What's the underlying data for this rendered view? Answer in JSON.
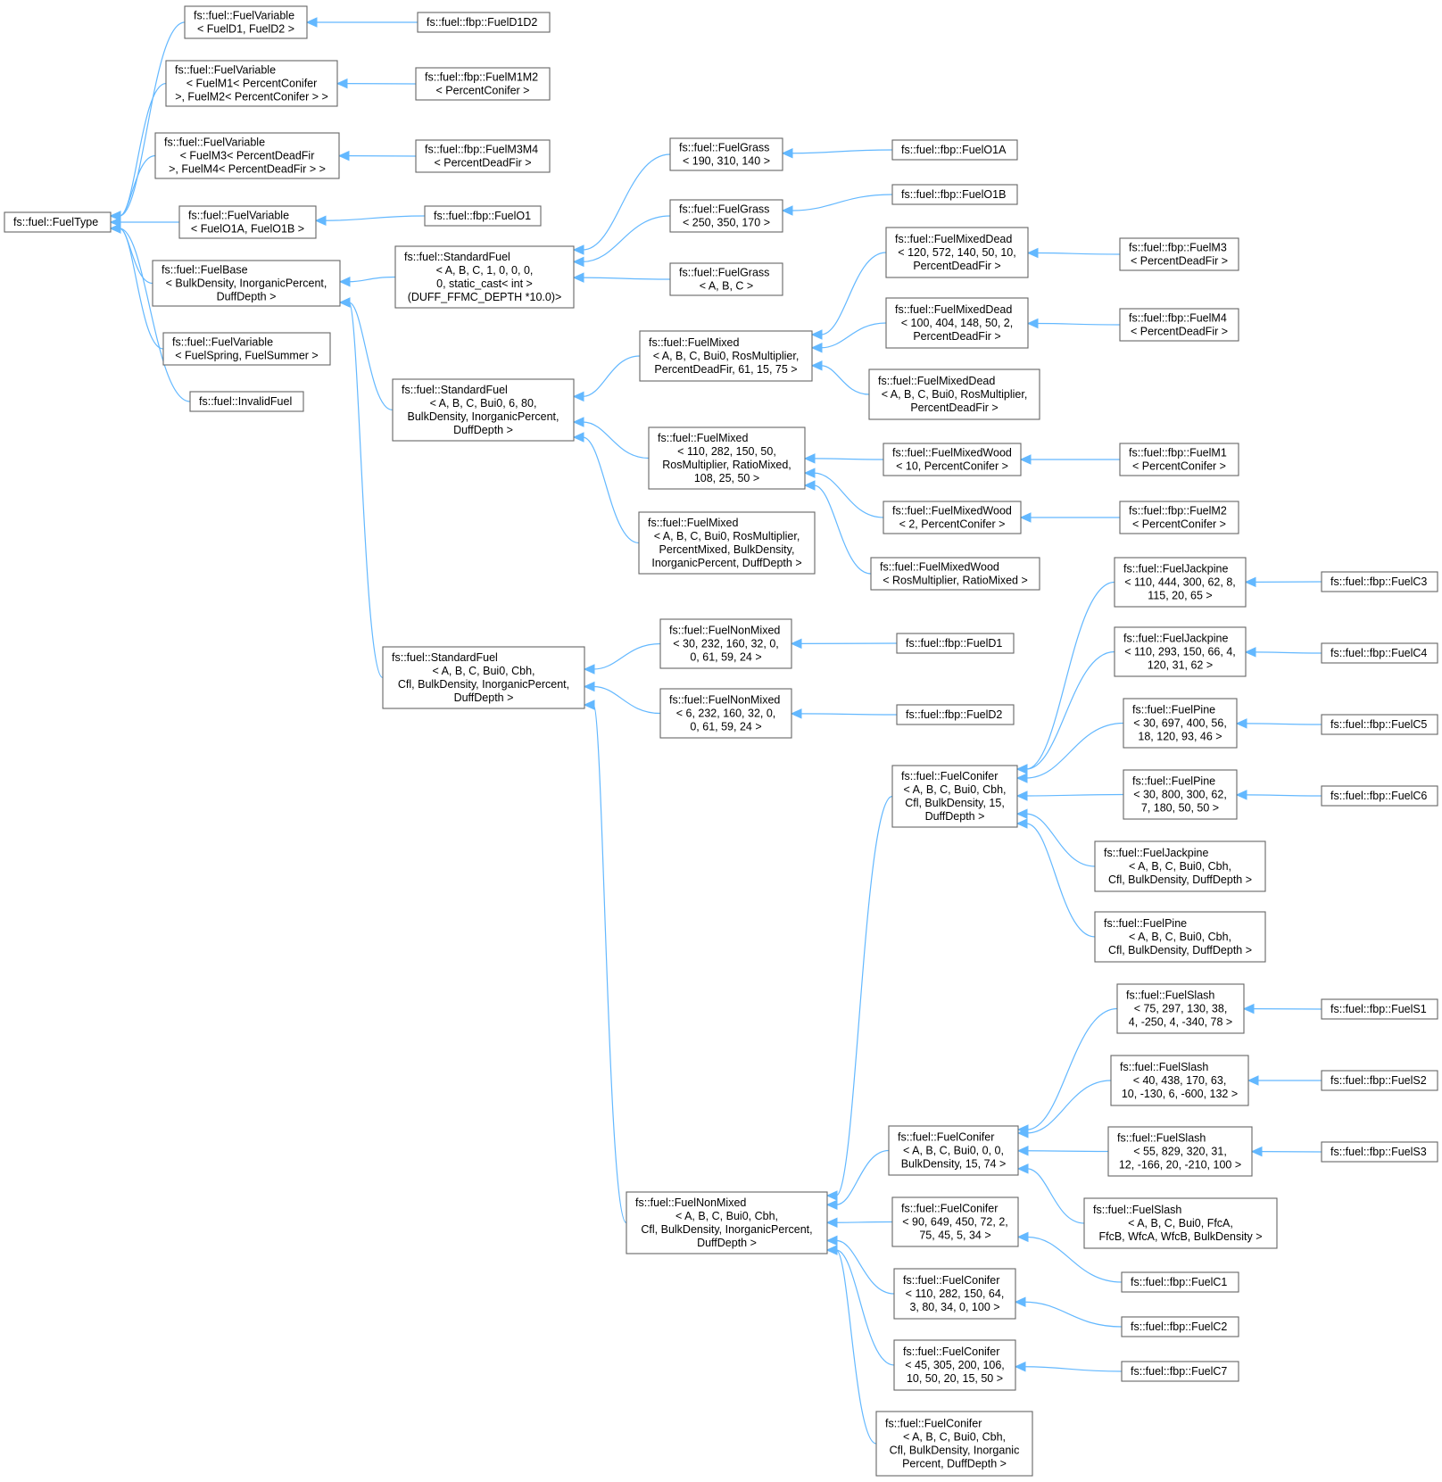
{
  "diagram": {
    "edge_color": "#63b8ff",
    "node_border_color": "#666666",
    "nodes": [
      {
        "id": "FuelType",
        "lines": [
          "fs::fuel::FuelType"
        ]
      },
      {
        "id": "FV_D1D2",
        "lines": [
          "fs::fuel::FuelVariable",
          "< FuelD1, FuelD2 >"
        ]
      },
      {
        "id": "FV_M1M2",
        "lines": [
          "fs::fuel::FuelVariable",
          "< FuelM1< PercentConifer",
          ">, FuelM2< PercentConifer > >"
        ]
      },
      {
        "id": "FV_M3M4",
        "lines": [
          "fs::fuel::FuelVariable",
          "< FuelM3< PercentDeadFir",
          ">, FuelM4< PercentDeadFir > >"
        ]
      },
      {
        "id": "FV_O1",
        "lines": [
          "fs::fuel::FuelVariable",
          "< FuelO1A, FuelO1B >"
        ]
      },
      {
        "id": "FuelBase",
        "lines": [
          "fs::fuel::FuelBase",
          "< BulkDensity, InorganicPercent,",
          "DuffDepth >"
        ]
      },
      {
        "id": "FV_Spring",
        "lines": [
          "fs::fuel::FuelVariable",
          "< FuelSpring, FuelSummer >"
        ]
      },
      {
        "id": "InvalidFuel",
        "lines": [
          "fs::fuel::InvalidFuel"
        ]
      },
      {
        "id": "fbp_D1D2",
        "lines": [
          "fs::fuel::fbp::FuelD1D2"
        ]
      },
      {
        "id": "fbp_M1M2",
        "lines": [
          "fs::fuel::fbp::FuelM1M2",
          "< PercentConifer >"
        ]
      },
      {
        "id": "fbp_M3M4",
        "lines": [
          "fs::fuel::fbp::FuelM3M4",
          "< PercentDeadFir >"
        ]
      },
      {
        "id": "fbp_O1",
        "lines": [
          "fs::fuel::fbp::FuelO1"
        ]
      },
      {
        "id": "SF1",
        "lines": [
          "fs::fuel::StandardFuel",
          "< A, B, C, 1, 0, 0, 0,",
          "0, static_cast< int >",
          "(DUFF_FFMC_DEPTH *10.0)>"
        ]
      },
      {
        "id": "SF2",
        "lines": [
          "fs::fuel::StandardFuel",
          "< A, B, C, Bui0, 6, 80,",
          "BulkDensity, InorganicPercent,",
          "DuffDepth >"
        ]
      },
      {
        "id": "SF3",
        "lines": [
          "fs::fuel::StandardFuel",
          "< A, B, C, Bui0, Cbh,",
          "Cfl, BulkDensity, InorganicPercent,",
          "DuffDepth >"
        ]
      },
      {
        "id": "FG1",
        "lines": [
          "fs::fuel::FuelGrass",
          "< 190, 310, 140 >"
        ]
      },
      {
        "id": "FG2",
        "lines": [
          "fs::fuel::FuelGrass",
          "< 250, 350, 170 >"
        ]
      },
      {
        "id": "FG3",
        "lines": [
          "fs::fuel::FuelGrass",
          "< A, B, C >"
        ]
      },
      {
        "id": "fbp_O1A",
        "lines": [
          "fs::fuel::fbp::FuelO1A"
        ]
      },
      {
        "id": "fbp_O1B",
        "lines": [
          "fs::fuel::fbp::FuelO1B"
        ]
      },
      {
        "id": "FM1",
        "lines": [
          "fs::fuel::FuelMixed",
          "< A, B, C, Bui0, RosMultiplier,",
          "PercentDeadFir, 61, 15, 75 >"
        ]
      },
      {
        "id": "FM2",
        "lines": [
          "fs::fuel::FuelMixed",
          "< 110, 282, 150, 50,",
          "RosMultiplier, RatioMixed,",
          "108, 25, 50 >"
        ]
      },
      {
        "id": "FM3",
        "lines": [
          "fs::fuel::FuelMixed",
          "< A, B, C, Bui0, RosMultiplier,",
          "PercentMixed, BulkDensity,",
          "InorganicPercent, DuffDepth >"
        ]
      },
      {
        "id": "FMD1",
        "lines": [
          "fs::fuel::FuelMixedDead",
          "< 120, 572, 140, 50, 10,",
          "PercentDeadFir >"
        ]
      },
      {
        "id": "FMD2",
        "lines": [
          "fs::fuel::FuelMixedDead",
          "< 100, 404, 148, 50, 2,",
          "PercentDeadFir >"
        ]
      },
      {
        "id": "FMD3",
        "lines": [
          "fs::fuel::FuelMixedDead",
          "< A, B, C, Bui0, RosMultiplier,",
          "PercentDeadFir >"
        ]
      },
      {
        "id": "fbp_M3",
        "lines": [
          "fs::fuel::fbp::FuelM3",
          "< PercentDeadFir >"
        ]
      },
      {
        "id": "fbp_M4",
        "lines": [
          "fs::fuel::fbp::FuelM4",
          "< PercentDeadFir >"
        ]
      },
      {
        "id": "FMW1",
        "lines": [
          "fs::fuel::FuelMixedWood",
          "< 10, PercentConifer >"
        ]
      },
      {
        "id": "FMW2",
        "lines": [
          "fs::fuel::FuelMixedWood",
          "< 2, PercentConifer >"
        ]
      },
      {
        "id": "FMW3",
        "lines": [
          "fs::fuel::FuelMixedWood",
          "< RosMultiplier, RatioMixed >"
        ]
      },
      {
        "id": "fbp_M1",
        "lines": [
          "fs::fuel::fbp::FuelM1",
          "< PercentConifer >"
        ]
      },
      {
        "id": "fbp_M2",
        "lines": [
          "fs::fuel::fbp::FuelM2",
          "< PercentConifer >"
        ]
      },
      {
        "id": "FNM1",
        "lines": [
          "fs::fuel::FuelNonMixed",
          "< 30, 232, 160, 32, 0,",
          "0, 61, 59, 24 >"
        ]
      },
      {
        "id": "FNM2",
        "lines": [
          "fs::fuel::FuelNonMixed",
          "< 6, 232, 160, 32, 0,",
          "0, 61, 59, 24 >"
        ]
      },
      {
        "id": "fbp_D1",
        "lines": [
          "fs::fuel::fbp::FuelD1"
        ]
      },
      {
        "id": "fbp_D2",
        "lines": [
          "fs::fuel::fbp::FuelD2"
        ]
      },
      {
        "id": "FNM3",
        "lines": [
          "fs::fuel::FuelNonMixed",
          "< A, B, C, Bui0, Cbh,",
          "Cfl, BulkDensity, InorganicPercent,",
          "DuffDepth >"
        ]
      },
      {
        "id": "FC1",
        "lines": [
          "fs::fuel::FuelConifer",
          "< A, B, C, Bui0, Cbh,",
          "Cfl, BulkDensity, 15,",
          "DuffDepth >"
        ]
      },
      {
        "id": "FJ1",
        "lines": [
          "fs::fuel::FuelJackpine",
          "< 110, 444, 300, 62, 8,",
          "115, 20, 65 >"
        ]
      },
      {
        "id": "FJ2",
        "lines": [
          "fs::fuel::FuelJackpine",
          "< 110, 293, 150, 66, 4,",
          "120, 31, 62 >"
        ]
      },
      {
        "id": "FP1",
        "lines": [
          "fs::fuel::FuelPine",
          "< 30, 697, 400, 56,",
          "18, 120, 93, 46 >"
        ]
      },
      {
        "id": "FP2",
        "lines": [
          "fs::fuel::FuelPine",
          "< 30, 800, 300, 62,",
          "7, 180, 50, 50 >"
        ]
      },
      {
        "id": "FJ3",
        "lines": [
          "fs::fuel::FuelJackpine",
          "< A, B, C, Bui0, Cbh,",
          "Cfl, BulkDensity, DuffDepth >"
        ]
      },
      {
        "id": "FP3",
        "lines": [
          "fs::fuel::FuelPine",
          "< A, B, C, Bui0, Cbh,",
          "Cfl, BulkDensity, DuffDepth >"
        ]
      },
      {
        "id": "fbp_C3",
        "lines": [
          "fs::fuel::fbp::FuelC3"
        ]
      },
      {
        "id": "fbp_C4",
        "lines": [
          "fs::fuel::fbp::FuelC4"
        ]
      },
      {
        "id": "fbp_C5",
        "lines": [
          "fs::fuel::fbp::FuelC5"
        ]
      },
      {
        "id": "fbp_C6",
        "lines": [
          "fs::fuel::fbp::FuelC6"
        ]
      },
      {
        "id": "FC2",
        "lines": [
          "fs::fuel::FuelConifer",
          "< A, B, C, Bui0, 0, 0,",
          "BulkDensity, 15, 74 >"
        ]
      },
      {
        "id": "FC3",
        "lines": [
          "fs::fuel::FuelConifer",
          "< 90, 649, 450, 72, 2,",
          "75, 45, 5, 34 >"
        ]
      },
      {
        "id": "FC4",
        "lines": [
          "fs::fuel::FuelConifer",
          "< 110, 282, 150, 64,",
          "3, 80, 34, 0, 100 >"
        ]
      },
      {
        "id": "FC5",
        "lines": [
          "fs::fuel::FuelConifer",
          "< 45, 305, 200, 106,",
          "10, 50, 20, 15, 50 >"
        ]
      },
      {
        "id": "FC6",
        "lines": [
          "fs::fuel::FuelConifer",
          "< A, B, C, Bui0, Cbh,",
          "Cfl, BulkDensity, Inorganic",
          "Percent, DuffDepth >"
        ]
      },
      {
        "id": "FS1",
        "lines": [
          "fs::fuel::FuelSlash",
          "< 75, 297, 130, 38,",
          "4, -250, 4, -340, 78 >"
        ]
      },
      {
        "id": "FS2",
        "lines": [
          "fs::fuel::FuelSlash",
          "< 40, 438, 170, 63,",
          "10, -130, 6, -600, 132 >"
        ]
      },
      {
        "id": "FS3",
        "lines": [
          "fs::fuel::FuelSlash",
          "< 55, 829, 320, 31,",
          "12, -166, 20, -210, 100 >"
        ]
      },
      {
        "id": "FS4",
        "lines": [
          "fs::fuel::FuelSlash",
          "< A, B, C, Bui0, FfcA,",
          "FfcB, WfcA, WfcB, BulkDensity >"
        ]
      },
      {
        "id": "fbp_S1",
        "lines": [
          "fs::fuel::fbp::FuelS1"
        ]
      },
      {
        "id": "fbp_S2",
        "lines": [
          "fs::fuel::fbp::FuelS2"
        ]
      },
      {
        "id": "fbp_S3",
        "lines": [
          "fs::fuel::fbp::FuelS3"
        ]
      },
      {
        "id": "fbp_C1",
        "lines": [
          "fs::fuel::fbp::FuelC1"
        ]
      },
      {
        "id": "fbp_C2",
        "lines": [
          "fs::fuel::fbp::FuelC2"
        ]
      },
      {
        "id": "fbp_C7",
        "lines": [
          "fs::fuel::fbp::FuelC7"
        ]
      }
    ],
    "edges": [
      [
        "FV_D1D2",
        "FuelType"
      ],
      [
        "FV_M1M2",
        "FuelType"
      ],
      [
        "FV_M3M4",
        "FuelType"
      ],
      [
        "FV_O1",
        "FuelType"
      ],
      [
        "FuelBase",
        "FuelType"
      ],
      [
        "FV_Spring",
        "FuelType"
      ],
      [
        "InvalidFuel",
        "FuelType"
      ],
      [
        "fbp_D1D2",
        "FV_D1D2"
      ],
      [
        "fbp_M1M2",
        "FV_M1M2"
      ],
      [
        "fbp_M3M4",
        "FV_M3M4"
      ],
      [
        "fbp_O1",
        "FV_O1"
      ],
      [
        "SF1",
        "FuelBase"
      ],
      [
        "SF2",
        "FuelBase"
      ],
      [
        "SF3",
        "FuelBase"
      ],
      [
        "FG1",
        "SF1"
      ],
      [
        "FG2",
        "SF1"
      ],
      [
        "FG3",
        "SF1"
      ],
      [
        "fbp_O1A",
        "FG1"
      ],
      [
        "fbp_O1B",
        "FG2"
      ],
      [
        "FM1",
        "SF2"
      ],
      [
        "FM2",
        "SF2"
      ],
      [
        "FM3",
        "SF2"
      ],
      [
        "FMD1",
        "FM1"
      ],
      [
        "FMD2",
        "FM1"
      ],
      [
        "FMD3",
        "FM1"
      ],
      [
        "fbp_M3",
        "FMD1"
      ],
      [
        "fbp_M4",
        "FMD2"
      ],
      [
        "FMW1",
        "FM2"
      ],
      [
        "FMW2",
        "FM2"
      ],
      [
        "FMW3",
        "FM2"
      ],
      [
        "fbp_M1",
        "FMW1"
      ],
      [
        "fbp_M2",
        "FMW2"
      ],
      [
        "FNM1",
        "SF3"
      ],
      [
        "FNM2",
        "SF3"
      ],
      [
        "FNM3",
        "SF3"
      ],
      [
        "fbp_D1",
        "FNM1"
      ],
      [
        "fbp_D2",
        "FNM2"
      ],
      [
        "FC1",
        "FNM3"
      ],
      [
        "FC2",
        "FNM3"
      ],
      [
        "FC3",
        "FNM3"
      ],
      [
        "FC4",
        "FNM3"
      ],
      [
        "FC5",
        "FNM3"
      ],
      [
        "FC6",
        "FNM3"
      ],
      [
        "FJ1",
        "FC1"
      ],
      [
        "FJ2",
        "FC1"
      ],
      [
        "FP1",
        "FC1"
      ],
      [
        "FP2",
        "FC1"
      ],
      [
        "FJ3",
        "FC1"
      ],
      [
        "FP3",
        "FC1"
      ],
      [
        "fbp_C3",
        "FJ1"
      ],
      [
        "fbp_C4",
        "FJ2"
      ],
      [
        "fbp_C5",
        "FP1"
      ],
      [
        "fbp_C6",
        "FP2"
      ],
      [
        "FS1",
        "FC2"
      ],
      [
        "FS2",
        "FC2"
      ],
      [
        "FS3",
        "FC2"
      ],
      [
        "FS4",
        "FC2"
      ],
      [
        "fbp_S1",
        "FS1"
      ],
      [
        "fbp_S2",
        "FS2"
      ],
      [
        "fbp_S3",
        "FS3"
      ],
      [
        "fbp_C1",
        "FC3"
      ],
      [
        "fbp_C2",
        "FC4"
      ],
      [
        "fbp_C7",
        "FC5"
      ]
    ]
  }
}
